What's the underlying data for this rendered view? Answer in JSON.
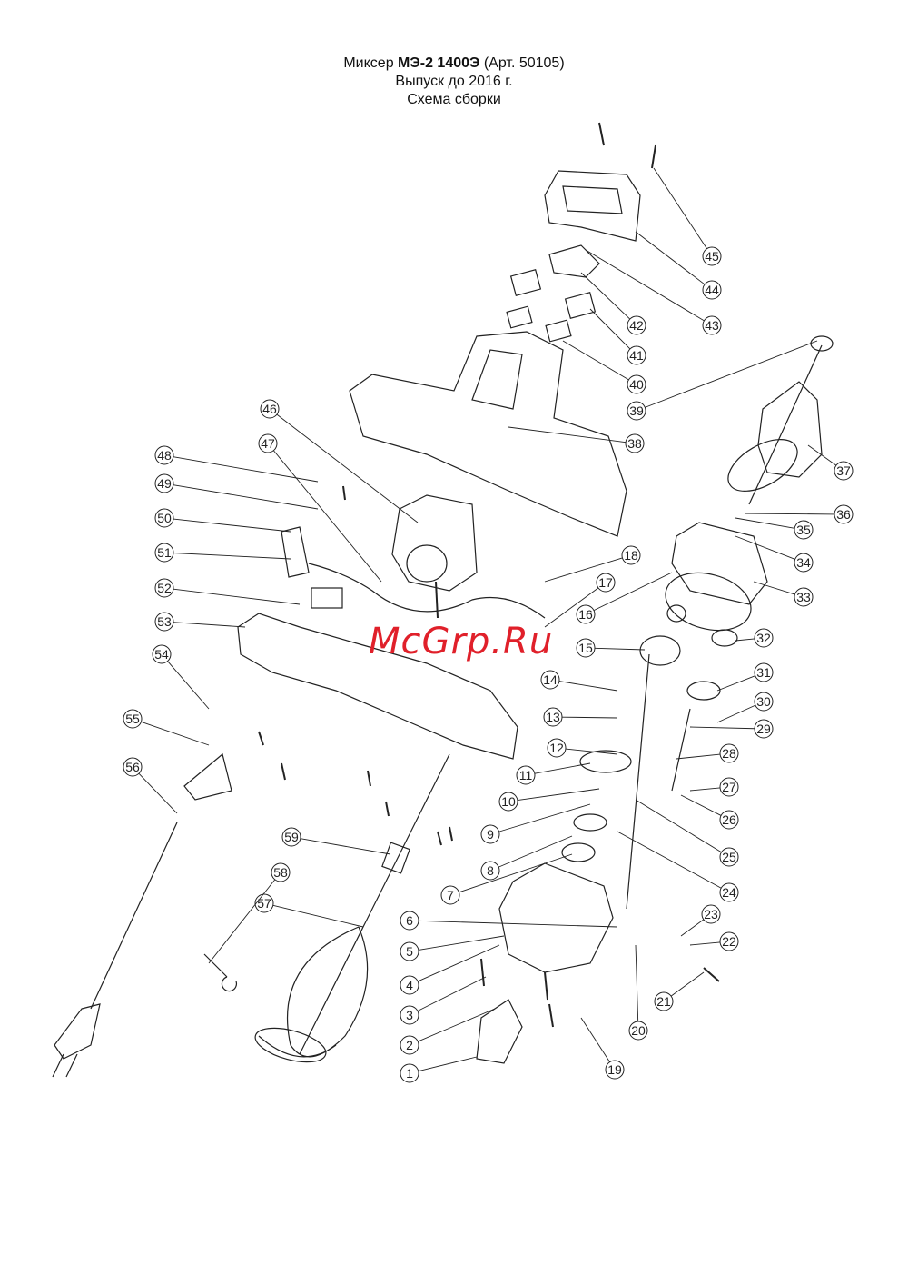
{
  "title": {
    "line1_prefix": "Миксер ",
    "line1_model": "МЭ-2 1400Э",
    "line1_suffix": " (Арт. 50105)",
    "line2": "Выпуск до 2016 г.",
    "line3": "Схема сборки"
  },
  "watermark": "McGrp.Ru",
  "callouts": [
    "1",
    "2",
    "3",
    "4",
    "5",
    "6",
    "7",
    "8",
    "9",
    "10",
    "11",
    "12",
    "13",
    "14",
    "15",
    "16",
    "17",
    "18",
    "19",
    "20",
    "21",
    "22",
    "23",
    "24",
    "25",
    "26",
    "27",
    "28",
    "29",
    "30",
    "31",
    "32",
    "33",
    "34",
    "35",
    "36",
    "37",
    "38",
    "39",
    "40",
    "41",
    "42",
    "43",
    "44",
    "45",
    "46",
    "47",
    "48",
    "49",
    "50",
    "51",
    "52",
    "53",
    "54",
    "55",
    "56",
    "57",
    "58",
    "59"
  ]
}
